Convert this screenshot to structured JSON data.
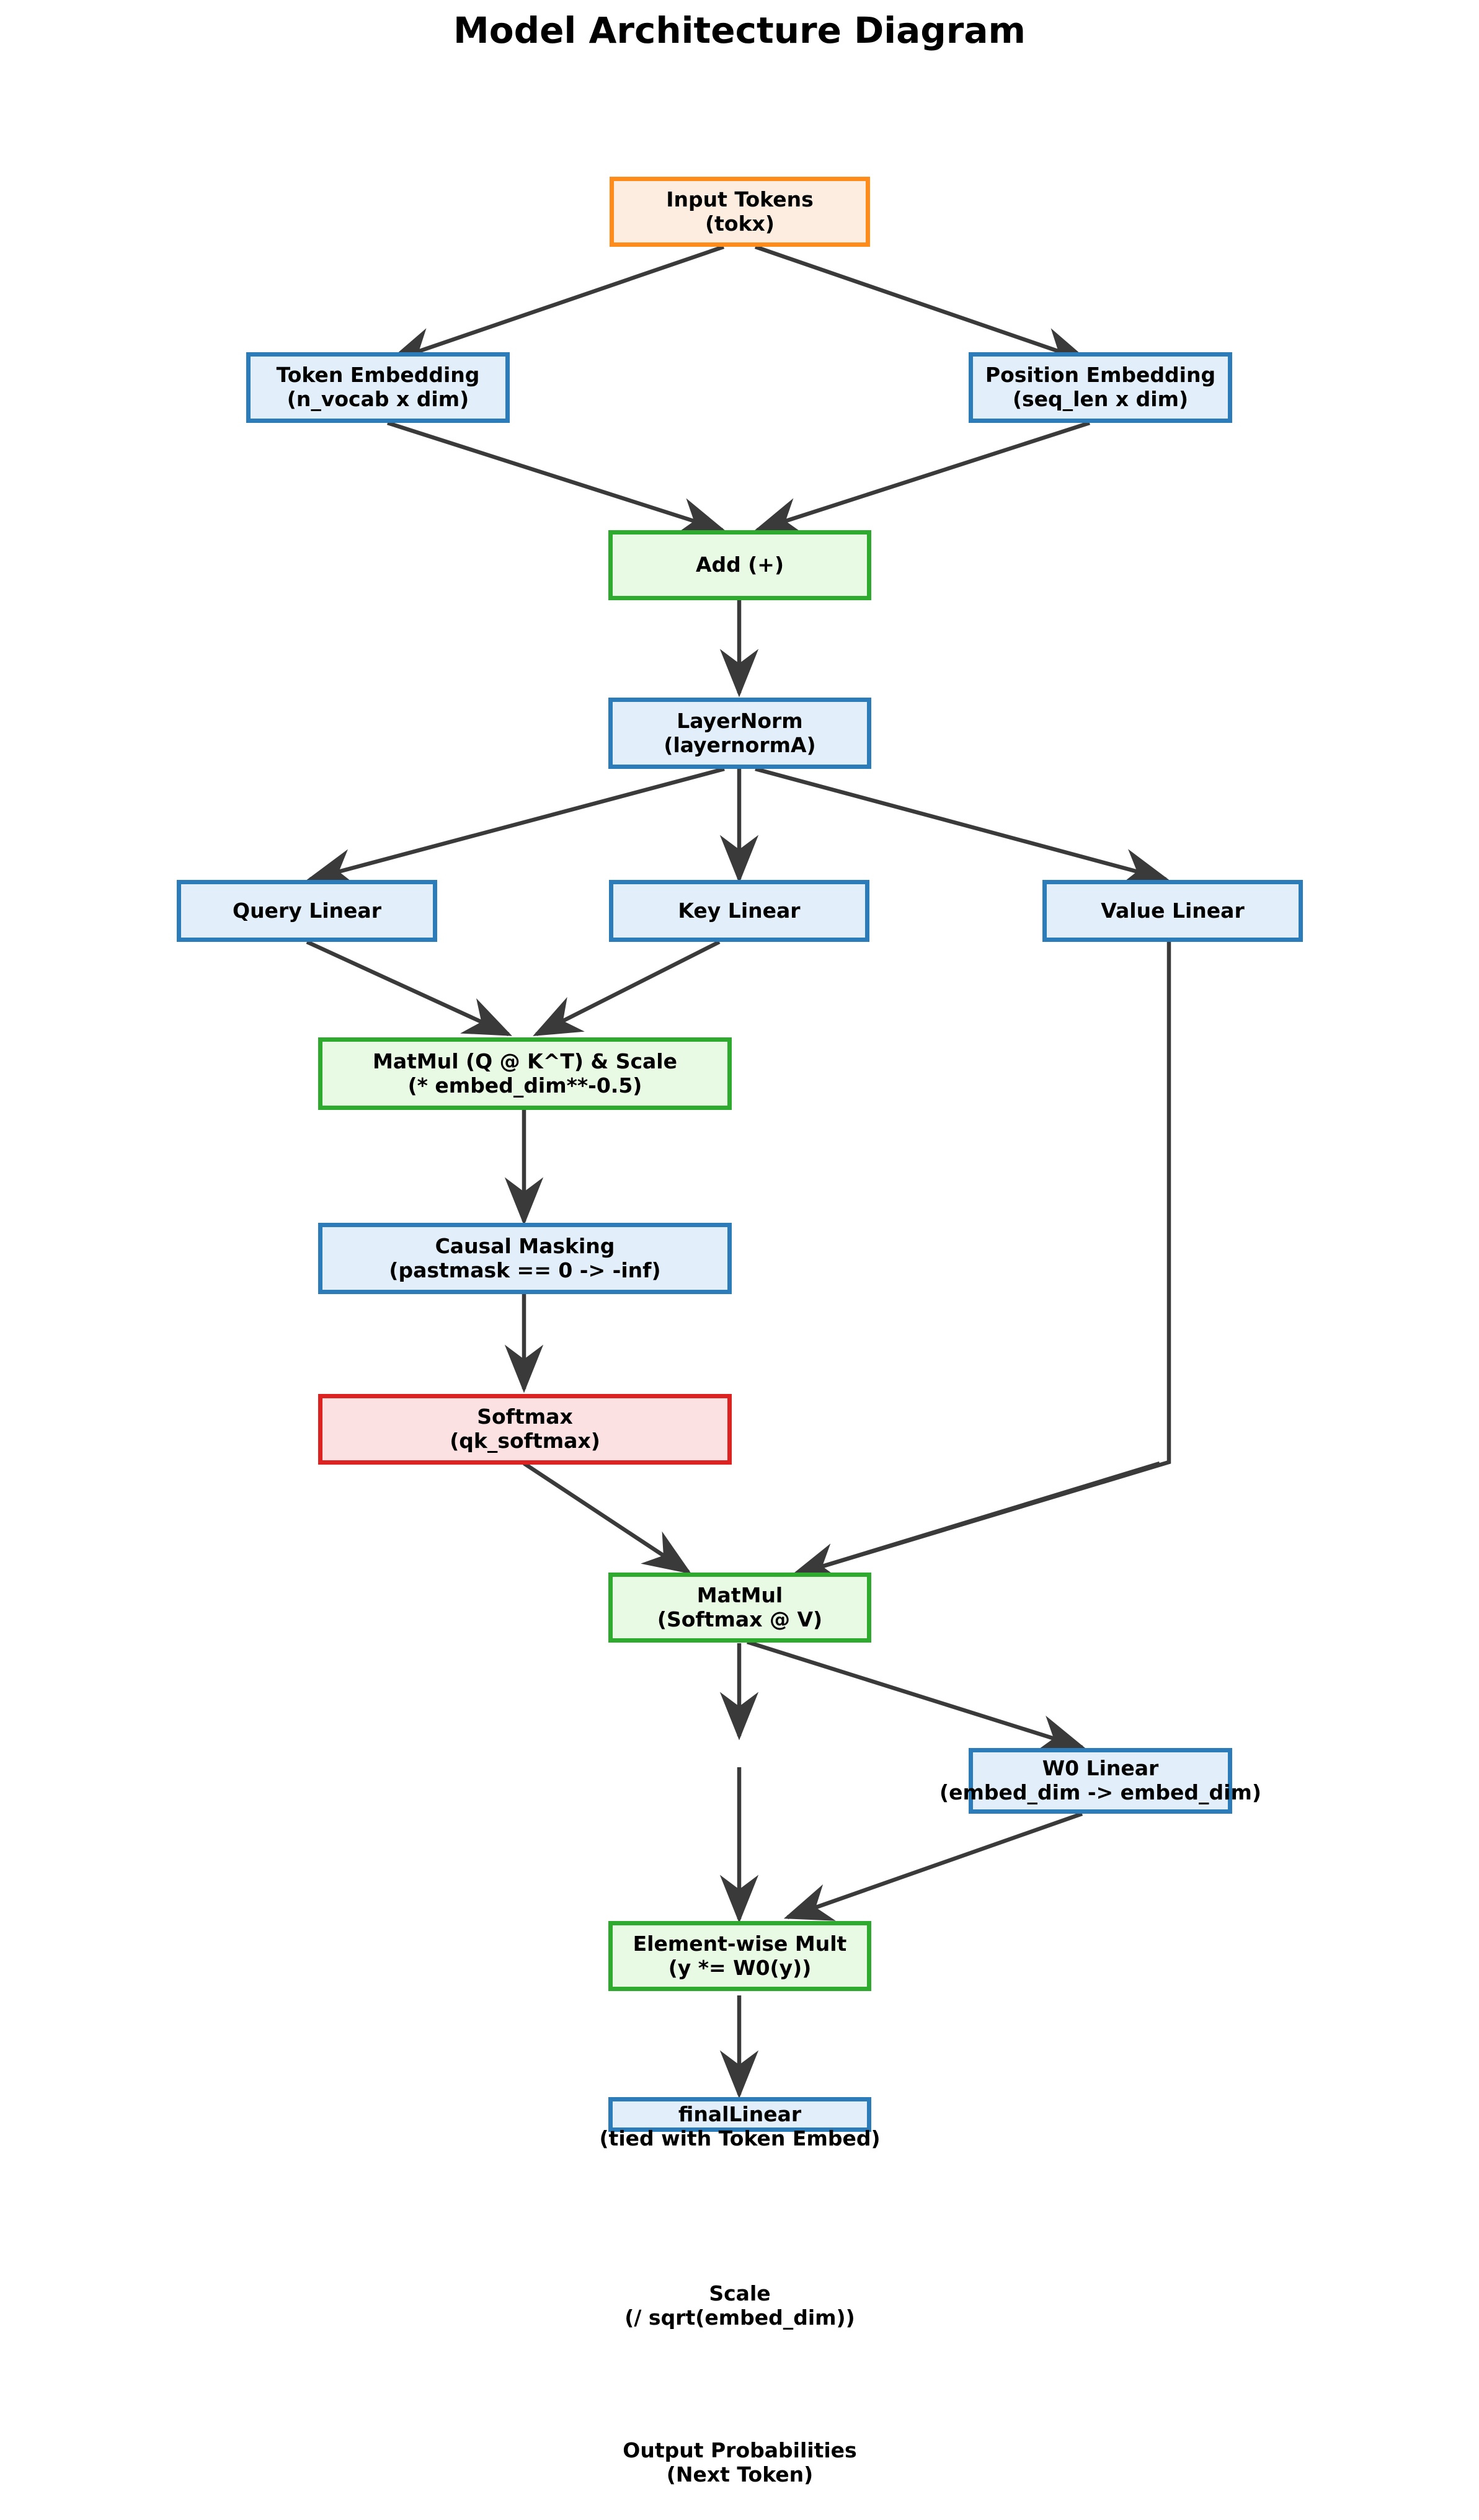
{
  "diagram": {
    "title": "Model Architecture Diagram",
    "background_color": "#ffffff",
    "edge_color": "#3a3a3a",
    "palette": {
      "orange_border": "#ff8c1a",
      "orange_fill": "#fdece0",
      "blue_border": "#2b7cb8",
      "blue_fill": "#e2effa",
      "green_border": "#2eaa2e",
      "green_fill": "#e9fae4",
      "red_border": "#dd2222",
      "red_fill": "#fbe1e1"
    },
    "nodes": {
      "input_tokens": {
        "line1": "Input Tokens",
        "line2": "(tokx)"
      },
      "token_embedding": {
        "line1": "Token Embedding",
        "line2": "(n_vocab x dim)"
      },
      "position_embedding": {
        "line1": "Position Embedding",
        "line2": "(seq_len x dim)"
      },
      "add": {
        "line1": "Add (+)",
        "line2": ""
      },
      "layernorm": {
        "line1": "LayerNorm",
        "line2": "(layernormA)"
      },
      "query_linear": {
        "line1": "Query Linear",
        "line2": ""
      },
      "key_linear": {
        "line1": "Key Linear",
        "line2": ""
      },
      "value_linear": {
        "line1": "Value Linear",
        "line2": ""
      },
      "matmul_qk": {
        "line1": "MatMul (Q @ K^T) & Scale",
        "line2": "(* embed_dim**-0.5)"
      },
      "causal_mask": {
        "line1": "Causal Masking",
        "line2": "(pastmask == 0 -> -inf)"
      },
      "softmax": {
        "line1": "Softmax",
        "line2": "(qk_softmax)"
      },
      "matmul_sv": {
        "line1": "MatMul",
        "line2": "(Softmax @ V)"
      },
      "w0_linear": {
        "line1": "W0 Linear",
        "line2": "(embed_dim -> embed_dim)"
      },
      "elementwise_mult": {
        "line1": "Element-wise Mult",
        "line2": "(y *= W0(y))"
      },
      "final_linear": {
        "line1": "finalLinear",
        "line2": "(tied with Token Embed)"
      },
      "scale_note": {
        "line1": "Scale",
        "line2": "(/ sqrt(embed_dim))"
      },
      "output_probabilities": {
        "line1": "Output Probabilities",
        "line2": "(Next Token)"
      }
    },
    "edges": [
      {
        "from": "input_tokens",
        "to": "token_embedding"
      },
      {
        "from": "input_tokens",
        "to": "position_embedding"
      },
      {
        "from": "token_embedding",
        "to": "add"
      },
      {
        "from": "position_embedding",
        "to": "add"
      },
      {
        "from": "add",
        "to": "layernorm"
      },
      {
        "from": "layernorm",
        "to": "query_linear"
      },
      {
        "from": "layernorm",
        "to": "key_linear"
      },
      {
        "from": "layernorm",
        "to": "value_linear"
      },
      {
        "from": "query_linear",
        "to": "matmul_qk"
      },
      {
        "from": "key_linear",
        "to": "matmul_qk"
      },
      {
        "from": "matmul_qk",
        "to": "causal_mask"
      },
      {
        "from": "causal_mask",
        "to": "softmax"
      },
      {
        "from": "softmax",
        "to": "matmul_sv"
      },
      {
        "from": "value_linear",
        "to": "matmul_sv"
      },
      {
        "from": "matmul_sv",
        "to": "w0_linear"
      },
      {
        "from": "matmul_sv",
        "to": "elementwise_mult"
      },
      {
        "from": "w0_linear",
        "to": "elementwise_mult"
      },
      {
        "from": "elementwise_mult",
        "to": "final_linear"
      }
    ]
  }
}
